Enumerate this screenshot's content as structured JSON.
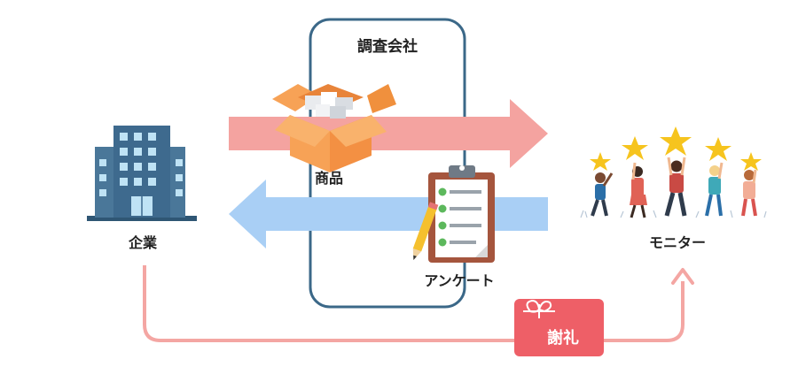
{
  "research_company": {
    "title": "調査会社"
  },
  "company": {
    "label": "企業"
  },
  "product": {
    "label": "商品"
  },
  "survey": {
    "label": "アンケート"
  },
  "monitor": {
    "label": "モニター"
  },
  "reward": {
    "label": "謝礼"
  },
  "colors": {
    "forward_arrow": "#f4a3a0",
    "return_arrow": "#a9cff5",
    "reward_path": "#f4a6a3",
    "box_border": "#3b6888",
    "building": "#3e6a8e",
    "building_window": "#bfe3f5",
    "parcel": "#f7a256",
    "giftcard": "#ee5f67",
    "star": "#f6c41e"
  },
  "icons": {
    "company": "office-building-icon",
    "product": "cardboard-box-icon",
    "survey": "clipboard-checklist-icon",
    "monitor": "people-with-stars-icon",
    "reward": "gift-card-icon"
  }
}
